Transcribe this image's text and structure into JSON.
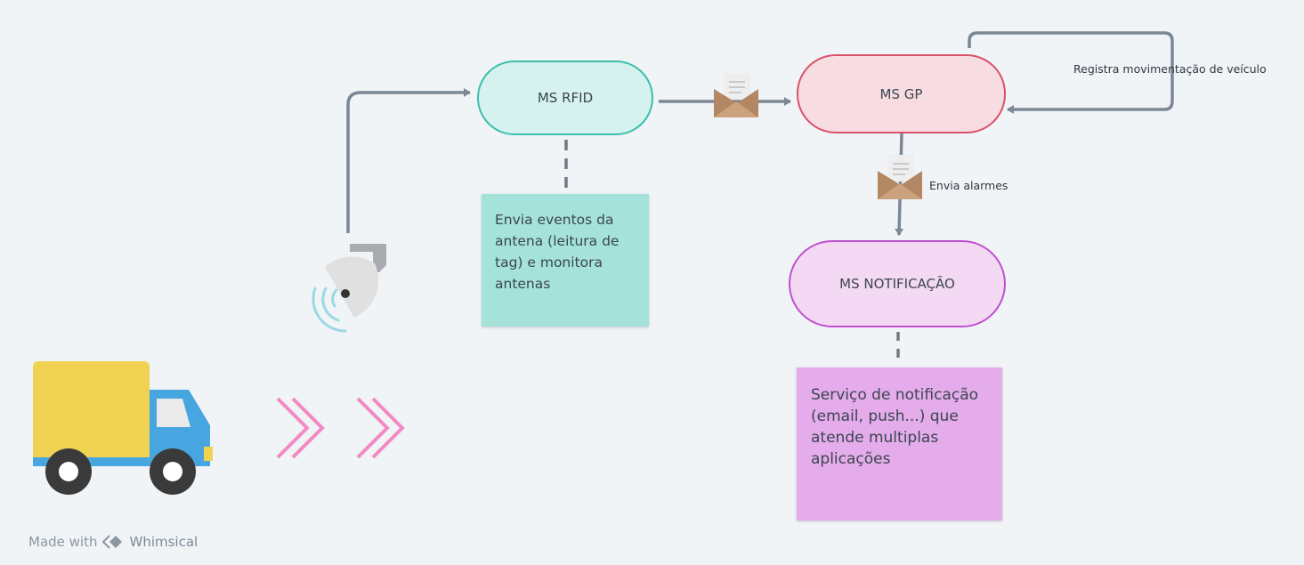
{
  "nodes": {
    "ms_rfid": "MS RFID",
    "ms_gp": "MS GP",
    "ms_notificacao": "MS NOTIFICAÇÃO"
  },
  "notes": {
    "rfid": "Envia eventos da antena (leitura de tag) e monitora antenas",
    "notificacao": "Serviço de notificação (email, push...) que atende multiplas aplicações"
  },
  "edge_labels": {
    "self_loop": "Registra movimentação de veículo",
    "alarms": "Envia alarmes"
  },
  "footer": {
    "prefix": "Made with",
    "brand": "Whimsical"
  },
  "icons": [
    "truck-icon",
    "double-chevron-right-icon",
    "rfid-antenna-icon",
    "envelope-icon",
    "whimsical-logo-icon"
  ],
  "colors": {
    "background": "#f0f4f7",
    "rfid_node_fill": "#d5f2ef",
    "rfid_node_border": "#3bbfad",
    "gp_node_fill": "#f7dde2",
    "gp_node_border": "#d9526a",
    "notif_node_fill": "#f3d9f3",
    "notif_node_border": "#c04fd0",
    "rfid_note": "#a4e2da",
    "notif_note": "#e4aceb",
    "connector": "#7b8794",
    "chevrons": "#f28bc4"
  }
}
